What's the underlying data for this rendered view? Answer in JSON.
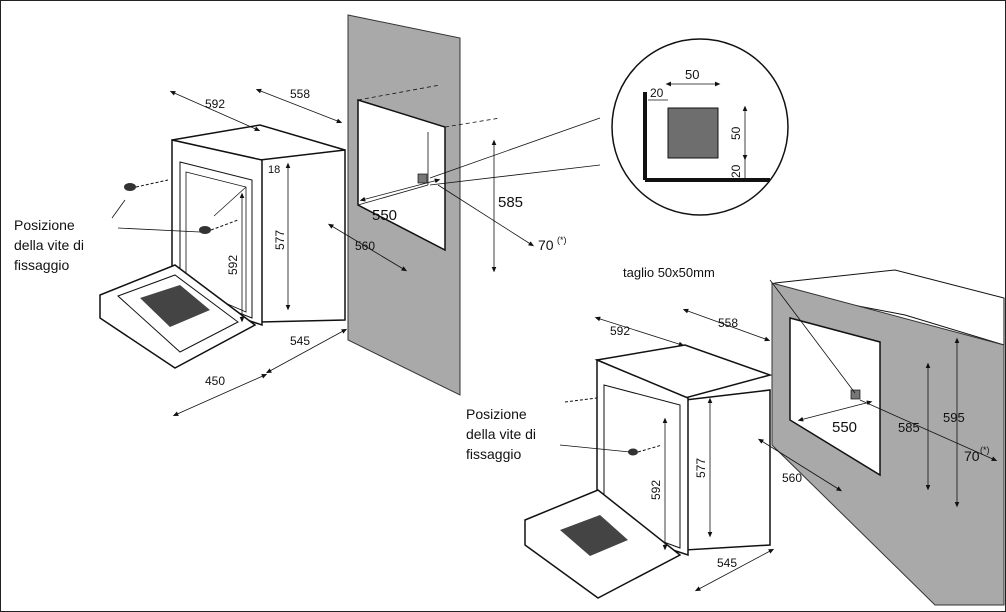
{
  "diagram": {
    "callout_dims": {
      "top": "50",
      "left": "20",
      "right": "50",
      "bottom": "20"
    },
    "cutout_caption": "taglio 50x50mm",
    "left_install": {
      "screw_label_1": "Posizione",
      "screw_label_2": "della vite di",
      "screw_label_3": "fissaggio",
      "dims": {
        "oven_width": "592",
        "oven_depth": "558",
        "frame_depth": "18",
        "oven_height_inner": "577",
        "door_height": "592",
        "base_width": "450",
        "base_depth": "545",
        "niche_width": "560",
        "niche_inner": "550",
        "niche_height": "585",
        "vent": "70",
        "vent_note": "(*)"
      }
    },
    "right_install": {
      "screw_label_1": "Posizione",
      "screw_label_2": "della vite di",
      "screw_label_3": "fissaggio",
      "dims": {
        "oven_width": "592",
        "oven_depth": "558",
        "oven_height_inner": "577",
        "door_height": "592",
        "base_depth": "545",
        "niche_width": "560",
        "niche_inner": "550",
        "niche_height": "585",
        "niche_outer_height": "595",
        "vent": "70",
        "vent_note": "(*)"
      }
    }
  }
}
